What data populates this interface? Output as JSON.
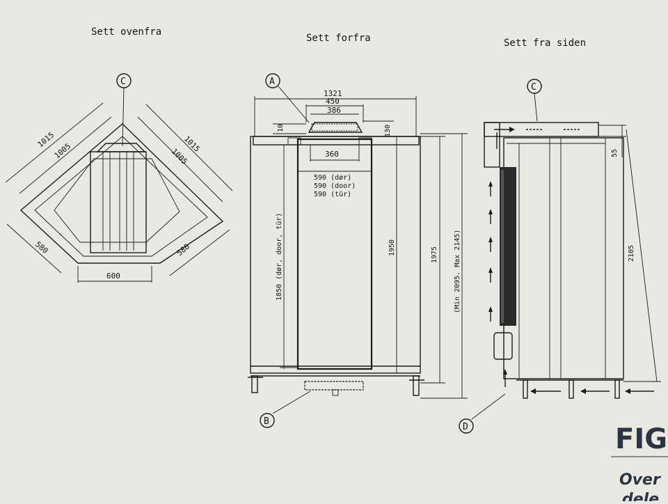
{
  "views": {
    "top": {
      "title": "Sett ovenfra"
    },
    "front": {
      "title": "Sett forfra"
    },
    "side": {
      "title": "Sett fra siden"
    }
  },
  "callouts": {
    "a": "A",
    "b": "B",
    "c_top": "C",
    "c_side": "C",
    "d": "D"
  },
  "top_dims": {
    "d1015_left": "1015",
    "d1005_left": "1005",
    "d1015_right": "1015",
    "d1005_right": "1005",
    "d580_left": "580",
    "d580_right": "580",
    "d600": "600"
  },
  "front_dims": {
    "d1321": "1321",
    "d450": "450",
    "d386": "386",
    "d10": "10",
    "d130": "130",
    "d360": "360",
    "door_der": "590 (dør)",
    "door_door": "590 (door)",
    "door_tur": "590 (tür)",
    "d1850": "1850 (dør, door, tür)",
    "d1950": "1950",
    "d1975": "1975",
    "min_max": "(Min 2095. Max 2145)"
  },
  "side_dims": {
    "d55": "55",
    "d2105": "2105"
  },
  "bg_text": {
    "fig": "FIG",
    "over": "Over",
    "dele": "dele"
  },
  "colors": {
    "paper": "#e9e8e3",
    "ink": "#1a1a1a",
    "heading": "#2b3440"
  }
}
